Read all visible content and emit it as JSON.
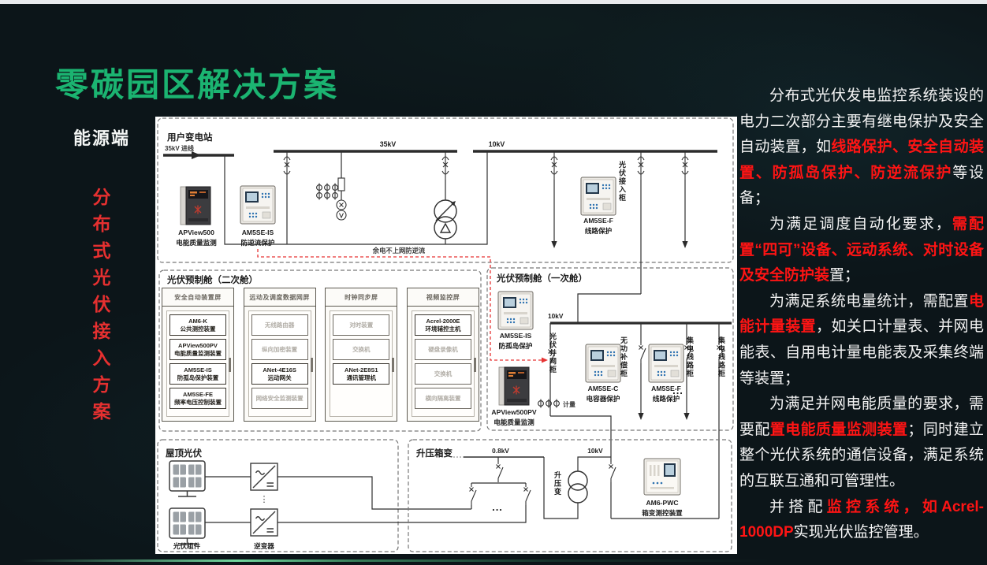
{
  "slide": {
    "title": "零碳园区解决方案",
    "side_label": "能源端",
    "vertical_label": "分布式光伏接入方案",
    "colors": {
      "title_green": "#1bb471",
      "accent_red": "#e63030",
      "info_red": "#ff1414",
      "panel_white": "#ffffff",
      "background": "#0c1519"
    }
  },
  "diagram": {
    "substation": {
      "title": "用户变电站",
      "incoming": "35kV 进线",
      "bus35": "35kV",
      "bus10": "10kV",
      "red_note": "余电不上网防逆流",
      "pv_cabinet": "光伏接入柜",
      "apview500": {
        "model": "APView500",
        "name": "电能质量监测"
      },
      "am5se_is": {
        "model": "AM5SE-IS",
        "name": "防逆流保护"
      },
      "am5se_f": {
        "model": "AM5SE-F",
        "name": "线路保护"
      }
    },
    "secondary_cabin": {
      "title": "光伏预制舱（二次舱）",
      "cabinets": [
        {
          "name": "安全自动装置屏",
          "items": [
            {
              "line1": "AM6-K",
              "line2": "公共测控装置",
              "dim": false
            },
            {
              "line1": "APView500PV",
              "line2": "电能质量监测装置",
              "dim": false
            },
            {
              "line1": "AM5SE-IS",
              "line2": "防孤岛保护装置",
              "dim": false
            },
            {
              "line1": "AM5SE-FE",
              "line2": "频率电压控制装置",
              "dim": false
            }
          ]
        },
        {
          "name": "远动及调度数据网屏",
          "items": [
            {
              "line1": "无线路由器",
              "dim": true
            },
            {
              "line1": "纵向加密装置",
              "dim": true
            },
            {
              "line1": "ANet-4E16S",
              "line2": "远动网关",
              "dim": false
            },
            {
              "line1": "网络安全监测装置",
              "dim": true
            }
          ]
        },
        {
          "name": "时钟同步屏",
          "items": [
            {
              "line1": "对时装置",
              "dim": true
            },
            {
              "line1": "交换机",
              "dim": true
            },
            {
              "line1": "ANet-2E8S1",
              "line2": "通讯管理机",
              "dim": false
            }
          ]
        },
        {
          "name": "视频监控屏",
          "items": [
            {
              "line1": "Acrel-2000E",
              "line2": "环境辅控主机",
              "dim": false
            },
            {
              "line1": "硬盘录像机",
              "dim": true
            },
            {
              "line1": "交换机",
              "dim": true
            },
            {
              "line1": "横向隔离装置",
              "dim": true
            }
          ]
        }
      ]
    },
    "primary_cabin": {
      "title": "光伏预制舱（一次舱）",
      "bus10": "10kV",
      "grid_cabinet": "光伏并网柜",
      "metering": "计量",
      "reactive_cabinet": "无功补偿柜",
      "collector_cabinet_1": "集电线路柜",
      "collector_cabinet_2": "集电线路柜",
      "dots": "...",
      "am5se_is": {
        "model": "AM5SE-IS",
        "name": "防孤岛保护"
      },
      "apview500pv": {
        "model": "APView500PV",
        "name": "电能质量监测"
      },
      "am5se_c": {
        "model": "AM5SE-C",
        "name": "电容器保护"
      },
      "am5se_f": {
        "model": "AM5SE-F",
        "name": "线路保护"
      }
    },
    "rooftop": {
      "title": "屋顶光伏",
      "pv_label": "光伏组件",
      "inverter_label": "逆变器",
      "dots": "⋮"
    },
    "booster": {
      "title": "升压箱变",
      "bus_lv": "0.8kV",
      "bus_hv": "10kV",
      "transformer": "升压变",
      "dots": "...",
      "am6_pwc": {
        "model": "AM6-PWC",
        "name": "箱变测控装置"
      }
    }
  },
  "right_panel": {
    "paragraphs": [
      {
        "segments": [
          {
            "text": "分布式光伏发电监控系统装设的电力二次部分主要有继电保护及安全自动装置，如",
            "red": false
          },
          {
            "text": "线路保护、安全自动装置、防孤岛保护、防逆流保护",
            "red": true
          },
          {
            "text": "等设备；",
            "red": false
          }
        ]
      },
      {
        "segments": [
          {
            "text": "为满足调度自动化要求，",
            "red": false
          },
          {
            "text": "需配置“四可”设备、远动系统、对时设备及安全防护装",
            "red": true
          },
          {
            "text": "置；",
            "red": false
          }
        ]
      },
      {
        "segments": [
          {
            "text": "为满足系统电量统计，需配置",
            "red": false
          },
          {
            "text": "电能计量装置",
            "red": true
          },
          {
            "text": "，如关口计量表、并网电能表、自用电计量电能表及采集终端等装置；",
            "red": false
          }
        ]
      },
      {
        "segments": [
          {
            "text": "为满足并网电能质量的要求，需要配",
            "red": false
          },
          {
            "text": "置电能质量监测装置",
            "red": true
          },
          {
            "text": "；同时建立整个光伏系统的通信设备，满足系统的互联互通和可管理性。",
            "red": false
          }
        ]
      },
      {
        "segments": [
          {
            "text": "并搭配",
            "red": false
          },
          {
            "text": "监控系统，如Acrel-1000DP",
            "red": true
          },
          {
            "text": "实现光伏监控管理。",
            "red": false
          }
        ]
      }
    ]
  }
}
